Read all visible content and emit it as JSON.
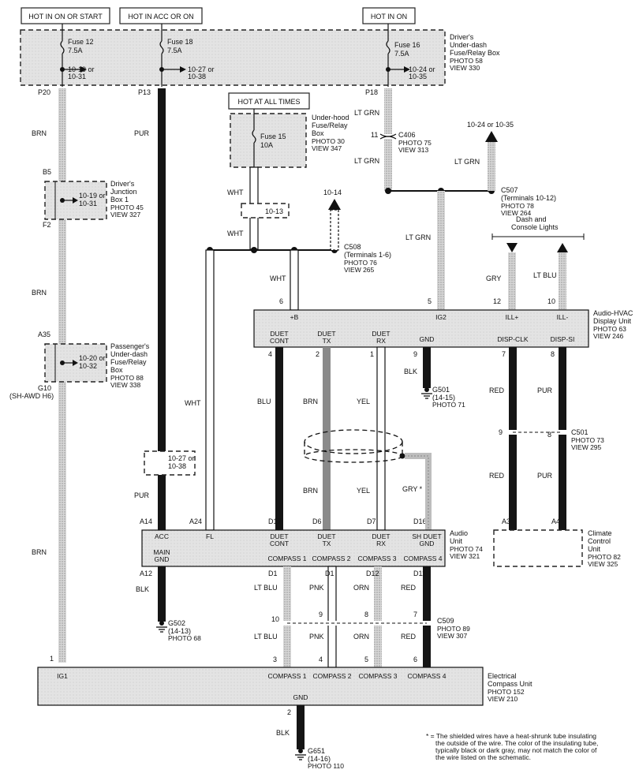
{
  "hot_labels": {
    "on_or_start": "HOT IN ON OR START",
    "acc_or_on": "HOT IN ACC OR ON",
    "on": "HOT IN ON",
    "all_times": "HOT AT ALL TIMES"
  },
  "drivers_fuse_box": {
    "title_1": "Driver's",
    "title_2": "Under-dash",
    "title_3": "Fuse/Relay Box",
    "photo": "PHOTO 58",
    "view": "VIEW 330",
    "fuse12": {
      "name": "Fuse 12",
      "amps": "7.5A",
      "ref_1": "10-19 or",
      "ref_2": "10-31"
    },
    "fuse18": {
      "name": "Fuse 18",
      "amps": "7.5A",
      "ref_1": "10-27 or",
      "ref_2": "10-38"
    },
    "fuse16": {
      "name": "Fuse 16",
      "amps": "7.5A",
      "ref_1": "10-24 or",
      "ref_2": "10-35"
    }
  },
  "underhood_box": {
    "title_1": "Under-hood",
    "title_2": "Fuse/Relay",
    "title_3": "Box",
    "photo": "PHOTO 30",
    "view": "VIEW 347",
    "fuse_name": "Fuse 15",
    "fuse_amps": "10A"
  },
  "junction_box": {
    "title_1": "Driver's",
    "title_2": "Junction",
    "title_3": "Box 1",
    "photo": "PHOTO 45",
    "view": "VIEW 327",
    "ref_1": "10-19 or",
    "ref_2": "10-31"
  },
  "passenger_box": {
    "title_1": "Passenger's",
    "title_2": "Under-dash",
    "title_3": "Fuse/Relay",
    "title_4": "Box",
    "photo": "PHOTO 88",
    "view": "VIEW 338",
    "ref_1": "10-20 or",
    "ref_2": "10-32"
  },
  "pins": {
    "p20": "P20",
    "p13": "P13",
    "p18": "P18",
    "b5": "B5",
    "f2": "F2",
    "a35": "A35",
    "g10": "G10",
    "g10_note": "(SH-AWD H6)",
    "a14": "A14",
    "a24": "A24",
    "d17": "D17",
    "d6": "D6",
    "d7": "D7",
    "d16": "D16",
    "a12": "A12",
    "d1": "D1",
    "d12": "D12",
    "d11": "D11",
    "a3": "A3",
    "a4": "A4",
    "n11": "11",
    "n6": "6",
    "n5": "5",
    "n12": "12",
    "n10": "10",
    "n4": "4",
    "n2": "2",
    "n1": "1",
    "n9": "9",
    "n7": "7",
    "n8": "8",
    "n9b": "9",
    "n8b": "8",
    "c509_10": "10",
    "c509_9": "9",
    "c509_8": "8",
    "c509_7": "7",
    "ecu_1": "1",
    "ecu_3": "3",
    "ecu_4": "4",
    "ecu_5": "5",
    "ecu_6": "6",
    "ecu_2": "2"
  },
  "wire_colors": {
    "brn": "BRN",
    "pur": "PUR",
    "lt_grn": "LT GRN",
    "wht": "WHT",
    "gry": "GRY",
    "lt_blu": "LT BLU",
    "blu": "BLU",
    "yel": "YEL",
    "blk": "BLK",
    "red": "RED",
    "gry_star": "GRY *",
    "pnk": "PNK",
    "orn": "ORN"
  },
  "refs": {
    "r1014": "10-14",
    "r1013": "10-13",
    "r1024_35": "10-24 or 10-35",
    "r1027_1": "10-27 or",
    "r1027_2": "10-38",
    "dash_lights_1": "Dash and",
    "dash_lights_2": "Console Lights"
  },
  "connectors": {
    "c406": {
      "name": "C406",
      "photo": "PHOTO 75",
      "view": "VIEW 313"
    },
    "c507": {
      "name": "C507",
      "detail": "(Terminals 10-12)",
      "photo": "PHOTO 78",
      "view": "VIEW 264"
    },
    "c508": {
      "name": "C508",
      "detail": "(Terminals 1-6)",
      "photo": "PHOTO 76",
      "view": "VIEW 265"
    },
    "c501": {
      "name": "C501",
      "photo": "PHOTO 73",
      "view": "VIEW 295"
    },
    "c509": {
      "name": "C509",
      "photo": "PHOTO 89",
      "view": "VIEW 307"
    }
  },
  "display_unit": {
    "title_1": "Audio-HVAC",
    "title_2": "Display Unit",
    "photo": "PHOTO 63",
    "view": "VIEW 246",
    "t_b": "+B",
    "t_ig2": "IG2",
    "t_illp": "ILL+",
    "t_illm": "ILL-",
    "t_duet": "DUET",
    "t_cont": "CONT",
    "t_tx": "TX",
    "t_rx": "RX",
    "t_gnd": "GND",
    "t_clk": "DISP-CLK",
    "t_si": "DISP-SI"
  },
  "grounds": {
    "g501": {
      "name": "G501",
      "detail": "(14-15)",
      "photo": "PHOTO 71"
    },
    "g502": {
      "name": "G502",
      "detail": "(14-13)",
      "photo": "PHOTO 68"
    },
    "g651": {
      "name": "G651",
      "detail": "(14-16)",
      "photo": "PHOTO 110"
    }
  },
  "audio_unit": {
    "title_1": "Audio",
    "title_2": "Unit",
    "photo": "PHOTO 74",
    "view": "VIEW 321",
    "t_acc": "ACC",
    "t_fl": "FL",
    "t_duet": "DUET",
    "t_cont": "CONT",
    "t_tx": "TX",
    "t_rx": "RX",
    "t_sh_duet": "SH DUET",
    "t_gnd": "GND",
    "t_main": "MAIN",
    "t_main_gnd": "GND",
    "t_c1": "COMPASS 1",
    "t_c2": "COMPASS 2",
    "t_c3": "COMPASS 3",
    "t_c4": "COMPASS 4"
  },
  "climate_unit": {
    "title_1": "Climate",
    "title_2": "Control",
    "title_3": "Unit",
    "photo": "PHOTO 82",
    "view": "VIEW 325"
  },
  "compass_unit": {
    "title_1": "Electrical",
    "title_2": "Compass Unit",
    "photo": "PHOTO 152",
    "view": "VIEW 210",
    "t_ig1": "IG1",
    "t_gnd": "GND",
    "t_c1": "COMPASS 1",
    "t_c2": "COMPASS 2",
    "t_c3": "COMPASS 3",
    "t_c4": "COMPASS 4"
  },
  "footnote": {
    "line_1": "* = The shielded wires have a heat-shrunk tube insulating",
    "line_2": "the outside of the wire. The color of the insulating tube,",
    "line_3": "typically black or dark gray, may not match the color of",
    "line_4": "the wire listed on the schematic."
  },
  "colors": {
    "black_wire": "#151515",
    "brown_wire": "#8a8a8a",
    "light_wire": "#c9c9c9",
    "white_wire": "#ffffff",
    "box_fill": "#dedede"
  }
}
